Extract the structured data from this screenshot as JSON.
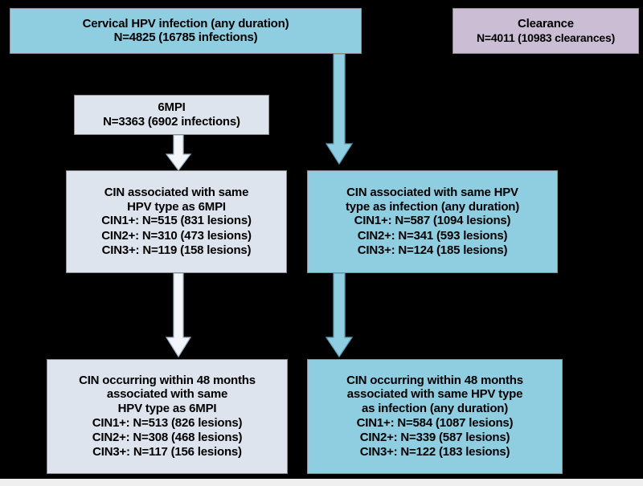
{
  "figure": {
    "type": "flowchart",
    "background_color": "#000000",
    "palette": {
      "blue": "#8fcde0",
      "lavender": "#cbbdd3",
      "pale_blue_gray": "#dde4ee",
      "border": "#8d8d8d",
      "text": "#000000"
    }
  },
  "nodes": {
    "cervical_infection": {
      "title": "Cervical HPV infection (any duration)",
      "stats": [
        "N=4825 (16785 infections)"
      ],
      "color": "blue"
    },
    "clearance": {
      "title": "Clearance",
      "stats": [
        "N=4011 (10983 clearances)"
      ],
      "color": "lavender"
    },
    "six_mpi": {
      "title": "6MPI",
      "stats": [
        "N=3363 (6902 infections)"
      ],
      "color": "pale_blue_gray"
    },
    "cin_same_type_6mpi": {
      "title_lines": [
        "CIN associated with same",
        "HPV type as 6MPI"
      ],
      "stats": [
        "CIN1+: N=515 (831 lesions)",
        "CIN2+: N=310 (473 lesions)",
        "CIN3+: N=119 (158 lesions)"
      ],
      "color": "pale_blue_gray"
    },
    "cin_same_type_infection": {
      "title_lines": [
        "CIN associated with same HPV",
        "type as infection (any duration)"
      ],
      "stats": [
        "CIN1+: N=587 (1094 lesions)",
        "CIN2+: N=341 (593 lesions)",
        "CIN3+: N=124 (185 lesions)"
      ],
      "color": "blue"
    },
    "cin_48m_6mpi": {
      "title_lines": [
        "CIN occurring within 48 months",
        "associated with same",
        "HPV type as 6MPI"
      ],
      "stats": [
        "CIN1+: N=513 (826 lesions)",
        "CIN2+: N=308 (468 lesions)",
        "CIN3+: N=117 (156 lesions)"
      ],
      "color": "pale_blue_gray"
    },
    "cin_48m_infection": {
      "title_lines": [
        "CIN occurring within 48 months",
        "associated with same HPV type",
        "as infection (any duration)"
      ],
      "stats": [
        "CIN1+: N=584 (1087 lesions)",
        "CIN2+: N=339 (587 lesions)",
        "CIN3+: N=122 (183 lesions)"
      ],
      "color": "blue"
    }
  },
  "connectors": [
    {
      "name": "infection-to-cin-same-type",
      "style": "solid-blue-down-arrow"
    },
    {
      "name": "cin-same-type-to-cin-48m",
      "style": "solid-blue-down-arrow"
    },
    {
      "name": "six-mpi-to-cin-same-type-6mpi",
      "style": "outlined-white-down-arrow"
    },
    {
      "name": "cin-same-type-6mpi-to-cin-48m-6mpi",
      "style": "outlined-white-down-arrow"
    }
  ]
}
